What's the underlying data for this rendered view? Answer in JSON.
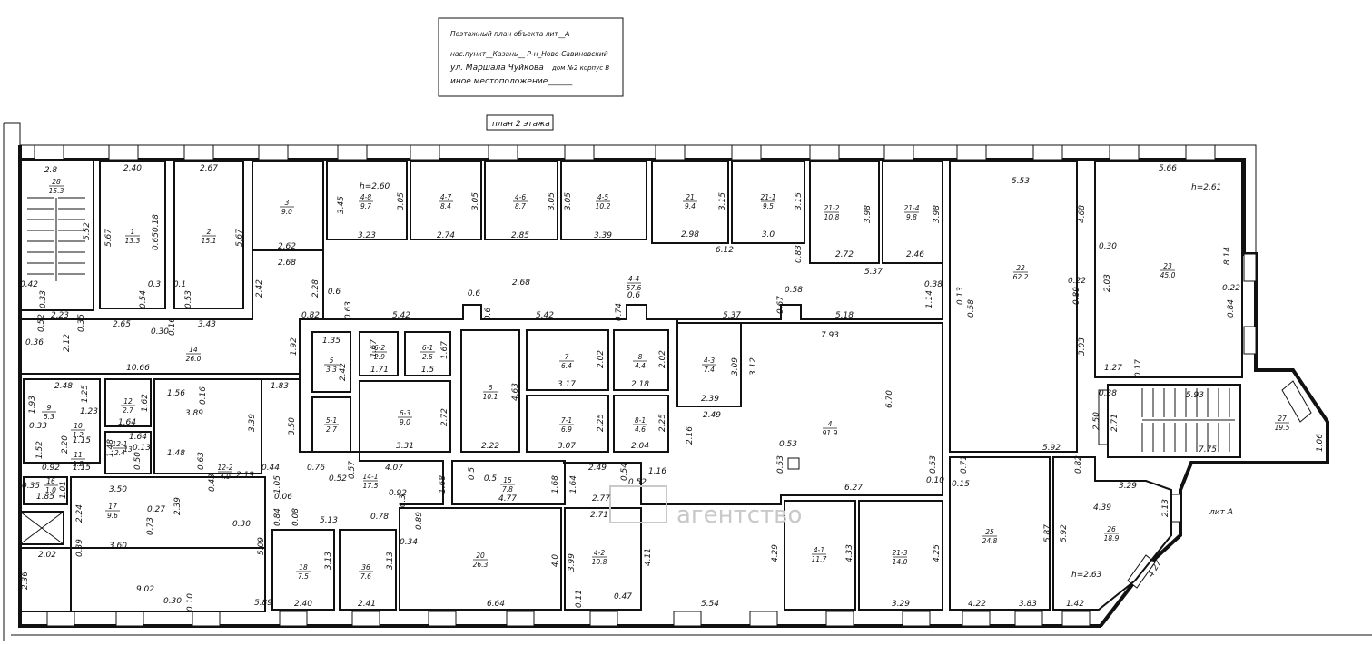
{
  "title_block": {
    "line1": "Поэтажный план объекта лит__А",
    "line2": "нас.пункт__Казань__  Р-н_Ново-Савиновский",
    "line3": "ул. Маршала Чуйкова",
    "line3b": "дом №2 корпус В",
    "line4": "иное местоположение______"
  },
  "floor_label": "план 2  этажа",
  "watermark": "агентство",
  "lit_label": "лит А",
  "heights": {
    "h1": "h=2.60",
    "h2": "h=2.61",
    "h3": "h=2.63"
  },
  "rooms": [
    {
      "id": "28",
      "num": "28",
      "area": "15.3"
    },
    {
      "id": "1",
      "num": "1",
      "area": "13.3"
    },
    {
      "id": "2",
      "num": "2",
      "area": "15.1"
    },
    {
      "id": "3",
      "num": "3",
      "area": "9.0"
    },
    {
      "id": "4-8",
      "num": "4-8",
      "area": "9.7"
    },
    {
      "id": "4-7",
      "num": "4-7",
      "area": "8.4"
    },
    {
      "id": "4-6",
      "num": "4-6",
      "area": "8.7"
    },
    {
      "id": "4-5",
      "num": "4-5",
      "area": "10.2"
    },
    {
      "id": "21",
      "num": "21",
      "area": "9.4"
    },
    {
      "id": "21-1",
      "num": "21-1",
      "area": "9.5"
    },
    {
      "id": "21-2",
      "num": "21-2",
      "area": "10.8"
    },
    {
      "id": "21-4",
      "num": "21-4",
      "area": "9.8"
    },
    {
      "id": "22",
      "num": "22",
      "area": "62.2"
    },
    {
      "id": "23",
      "num": "23",
      "area": "45.0"
    },
    {
      "id": "4-4",
      "num": "4-4",
      "area": "57.6"
    },
    {
      "id": "14",
      "num": "14",
      "area": "26.0"
    },
    {
      "id": "5",
      "num": "5",
      "area": "3.3"
    },
    {
      "id": "5-1",
      "num": "5-1",
      "area": "2.7"
    },
    {
      "id": "6-2",
      "num": "6-2",
      "area": "2.9"
    },
    {
      "id": "6-1",
      "num": "6-1",
      "area": "2.5"
    },
    {
      "id": "6-3",
      "num": "6-3",
      "area": "9.0"
    },
    {
      "id": "6",
      "num": "6",
      "area": "10.1"
    },
    {
      "id": "7",
      "num": "7",
      "area": "6.4"
    },
    {
      "id": "8",
      "num": "8",
      "area": "4.4"
    },
    {
      "id": "7-1",
      "num": "7-1",
      "area": "6.9"
    },
    {
      "id": "8-1",
      "num": "8-1",
      "area": "4.6"
    },
    {
      "id": "4-3",
      "num": "4-3",
      "area": "7.4"
    },
    {
      "id": "4",
      "num": "4",
      "area": "91.9"
    },
    {
      "id": "27",
      "num": "27",
      "area": "19.5"
    },
    {
      "id": "9",
      "num": "9",
      "area": "5.3"
    },
    {
      "id": "12",
      "num": "12",
      "area": "2.7"
    },
    {
      "id": "13",
      "num": "13",
      "area": ""
    },
    {
      "id": "10",
      "num": "10",
      "area": "1.2"
    },
    {
      "id": "11",
      "num": "11",
      "area": "1.2"
    },
    {
      "id": "12-1",
      "num": "12-1",
      "area": "2.4"
    },
    {
      "id": "12-2",
      "num": "12-2",
      "area": "4.9"
    },
    {
      "id": "16",
      "num": "16",
      "area": "1.0"
    },
    {
      "id": "17",
      "num": "17",
      "area": "9.6"
    },
    {
      "id": "14-1",
      "num": "14-1",
      "area": "17.5"
    },
    {
      "id": "15",
      "num": "15",
      "area": "7.8"
    },
    {
      "id": "20",
      "num": "20",
      "area": "26.3"
    },
    {
      "id": "4-2",
      "num": "4-2",
      "area": "10.8"
    },
    {
      "id": "18",
      "num": "18",
      "area": "7.5"
    },
    {
      "id": "36",
      "num": "36",
      "area": "7.6"
    },
    {
      "id": "4-1",
      "num": "4-1",
      "area": "11.7"
    },
    {
      "id": "21-3",
      "num": "21-3",
      "area": "14.0"
    },
    {
      "id": "25",
      "num": "25",
      "area": "24.8"
    },
    {
      "id": "26",
      "num": "26",
      "area": "18.9"
    }
  ],
  "dims": {
    "d1": "2.8",
    "d2": "5.52",
    "d3": "0.42",
    "d4": "0.33",
    "d5": "2.40",
    "d6": "5.67",
    "d7": "0.18",
    "d8": "0.65",
    "d9": "0.3",
    "d10": "0.54",
    "d11": "2.67",
    "d12": "5.67",
    "d13": "0.1",
    "d14": "0.53",
    "d15": "3.45",
    "d16": "2.62",
    "d17": "2.68",
    "d18": "2.42",
    "d19": "2.28",
    "d20": "3.05",
    "d21": "3.05",
    "d22": "3.05",
    "d23": "3.05",
    "d24": "3.15",
    "d25": "3.15",
    "d26": "3.98",
    "d27": "3.98",
    "d28": "3.23",
    "d29": "2.74",
    "d30": "2.85",
    "d31": "3.39",
    "d32": "2.98",
    "d33": "3.0",
    "d34": "6.12",
    "d35": "0.83",
    "d36": "2.72",
    "d37": "2.46",
    "d38": "5.37",
    "d39": "5.53",
    "d40": "4.68",
    "d41": "5.66",
    "d42": "8.14",
    "d43": "0.30",
    "d44": "2.03",
    "d45": "0.22",
    "d46": "0.89",
    "d47": "0.22",
    "d48": "0.84",
    "d49": "3.03",
    "d50": "1.27",
    "d51": "0.17",
    "d52": "0.13",
    "d53": "0.58",
    "d54": "0.38",
    "d55": "1.14",
    "d56": "0.6",
    "d57": "0.63",
    "d58": "5.42",
    "d59": "0.6",
    "d60": "0.6",
    "d61": "5.42",
    "d62": "0.74",
    "d63": "0.6",
    "d64": "2.68",
    "d65": "0.67",
    "d66": "0.58",
    "d67": "5.18",
    "d68": "5.37",
    "d69": "7.93",
    "d70": "0.52",
    "d71": "2.23",
    "d72": "0.35",
    "d73": "2.12",
    "d74": "0.36",
    "d75": "2.65",
    "d76": "0.30",
    "d77": "0.16",
    "d78": "3.43",
    "d79": "10.66",
    "d80": "0.82",
    "d81": "1.92",
    "d82": "1.35",
    "d83": "2.42",
    "d84": "1.67",
    "d85": "1.71",
    "d86": "1.67",
    "d87": "1.5",
    "d88": "2.02",
    "d89": "2.02",
    "d90": "3.17",
    "d91": "2.18",
    "d92": "4.63",
    "d93": "2.72",
    "d94": "3.31",
    "d95": "2.25",
    "d96": "2.25",
    "d97": "3.07",
    "d98": "2.04",
    "d99": "2.22",
    "d100": "3.09",
    "d101": "3.12",
    "d102": "2.39",
    "d103": "2.49",
    "d104": "2.16",
    "d105": "6.70",
    "d106": "0.38",
    "d107": "2.50",
    "d108": "2.71",
    "d109": "5.93",
    "d110": "7.75",
    "d111": "1.06",
    "d112": "5.92",
    "d113": "0.53",
    "d114": "0.53",
    "d115": "0.53",
    "d116": "6.27",
    "d117": "0.10",
    "d118": "2.48",
    "d119": "1.25",
    "d120": "1.23",
    "d121": "1.93",
    "d122": "0.33",
    "d123": "1.15",
    "d124": "2.20",
    "d125": "1.52",
    "d126": "1.15",
    "d127": "1.64",
    "d128": "1.62",
    "d129": "1.64",
    "d130": "1.48",
    "d131": "0.13",
    "d132": "0.50",
    "d133": "1.56",
    "d134": "0.16",
    "d135": "3.89",
    "d136": "3.39",
    "d137": "1.48",
    "d138": "0.63",
    "d139": "0.43",
    "d140": "2.19",
    "d141": "0.92",
    "d142": "1.01",
    "d143": "1.85",
    "d144": "0.35",
    "d145": "3.50",
    "d146": "2.24",
    "d147": "0.27",
    "d148": "2.39",
    "d149": "0.73",
    "d150": "3.60",
    "d151": "0.30",
    "d152": "5.09",
    "d153": "0.39",
    "d154": "2.02",
    "d155": "2.36",
    "d156": "9.02",
    "d157": "0.30",
    "d158": "0.10",
    "d159": "5.89",
    "d160": "1.83",
    "d161": "3.50",
    "d162": "0.44",
    "d163": "0.76",
    "d164": "0.52",
    "d165": "0.57",
    "d166": "4.07",
    "d167": "1.05",
    "d168": "0.06",
    "d169": "0.84",
    "d170": "0.08",
    "d171": "5.13",
    "d172": "0.78",
    "d173": "0.3",
    "d174": "0.92",
    "d175": "1.68",
    "d176": "0.5",
    "d177": "0.5",
    "d178": "1.68",
    "d179": "1.64",
    "d180": "2.49",
    "d181": "0.54",
    "d182": "1.16",
    "d183": "0.52",
    "d184": "4.77",
    "d185": "2.77",
    "d186": "2.71",
    "d187": "0.89",
    "d188": "0.34",
    "d189": "3.13",
    "d190": "3.13",
    "d191": "2.40",
    "d192": "2.41",
    "d193": "6.64",
    "d194": "4.0",
    "d195": "3.99",
    "d196": "0.11",
    "d197": "0.47",
    "d198": "4.11",
    "d199": "5.54",
    "d200": "4.29",
    "d201": "4.33",
    "d202": "4.25",
    "d203": "3.29",
    "d204": "0.15",
    "d205": "0.71",
    "d206": "0.82",
    "d207": "3.29",
    "d208": "4.39",
    "d209": "2.13",
    "d210": "5.87",
    "d211": "5.92",
    "d212": "4.22",
    "d213": "3.83",
    "d214": "1.42",
    "d215": "4.27"
  }
}
